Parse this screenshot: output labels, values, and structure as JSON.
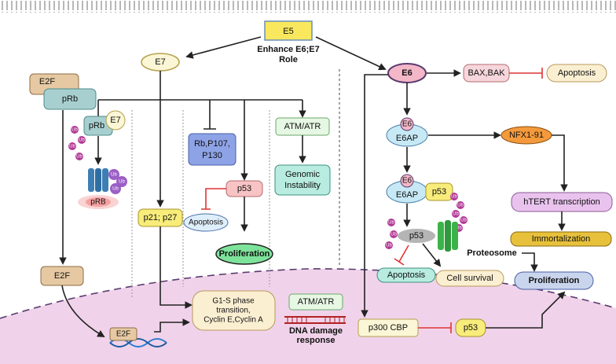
{
  "nodes": {
    "e5": "E5",
    "e5_role": "Enhance E6;E7",
    "e5_role2": "Role",
    "e7": "E7",
    "e6": "E6",
    "e2f_top": "E2F",
    "prb_top": "pRb",
    "prb_mid": "pRb",
    "e7_small": "E7",
    "prb_deg": "pRB",
    "e2f_mid": "E2F",
    "e2f_dna": "E2F",
    "rb_family": [
      "Rb,P107,",
      "P130"
    ],
    "p53_e7": "p53",
    "apoptosis_e7": "Apoptosis",
    "proliferation_e7": "Proliferation",
    "atm_atr_1": "ATM/ATR",
    "genomic": [
      "Genomic",
      "Instability"
    ],
    "p21": "p21; p27",
    "g1s": [
      "G1-S phase",
      "transition,",
      "Cyclin E,Cyclin A"
    ],
    "atm_atr_2": "ATM/ATR",
    "dna_damage": [
      "DNA damage",
      "response"
    ],
    "bax": "BAX,BAK",
    "apoptosis_e6": "Apoptosis",
    "e6ap_top_e6": "E6",
    "e6ap_top": "E6AP",
    "nfx": "NFX1-91",
    "e6ap_mid_e6": "E6",
    "e6ap_mid": "E6AP",
    "p53_bound": "p53",
    "hTERT": "hTERT transcription",
    "immortal": "Immortalization",
    "p53_deg": "p53",
    "proteosome": "Proteosome",
    "apoptosis_low": "Apoptosis",
    "survival": "Cell survival",
    "proliferation_right": "Proliferation",
    "p300": "p300 CBP",
    "p53_bottom": "p53",
    "ub": "Ub"
  },
  "colors": {
    "e5": "#f9e85e",
    "e7": "#fbf6d6",
    "e6": "#f3b7c8",
    "e2f": "#e6c9a3",
    "prb": "#a8cfcf",
    "rb_family": "#8ea3e6",
    "p53": "#f8c3c5",
    "p21": "#f8ec7a",
    "green_node": "#7ee39a",
    "teal": "#b8ece0",
    "pink_box": "#f6d6dc",
    "cream": "#fbefd2",
    "e6ap": "#c7e9f6",
    "nfx": "#f49a3c",
    "hTERT": "#e9c3ee",
    "immortal": "#e7c13b",
    "prolif_right": "#c9d5ec",
    "ub": "#b33a96",
    "proteasome": "#3cb34a",
    "nucleus": "#f0d3ea",
    "inhibit": "#e03434"
  }
}
